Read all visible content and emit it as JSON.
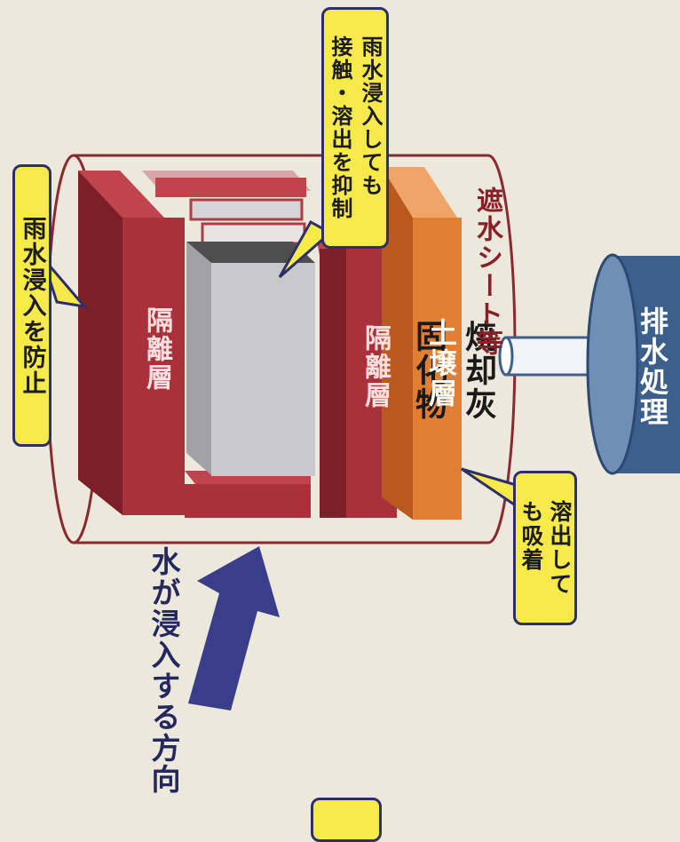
{
  "labels": {
    "ash": [
      "焼却灰",
      "固化物"
    ],
    "isolation_left": "隔離層",
    "isolation_right": "隔離層",
    "soil": "土壌層",
    "sheet": "遮水シート等",
    "drainage": "排水処理",
    "water_direction": "水が浸入する方向"
  },
  "callouts": {
    "rain_prevent": "雨水浸入を防止",
    "contact": [
      "雨水浸入しても",
      "接触・溶出を抑制"
    ],
    "adsorb": [
      "溶出して",
      "も吸着"
    ]
  },
  "colors": {
    "isolation": "#a8313a",
    "soil": "#e07e34",
    "ash": "#c9c9cc",
    "callout": "#f6e94a",
    "arrow": "#3a3d8a",
    "drain": "#3d5f8c"
  }
}
